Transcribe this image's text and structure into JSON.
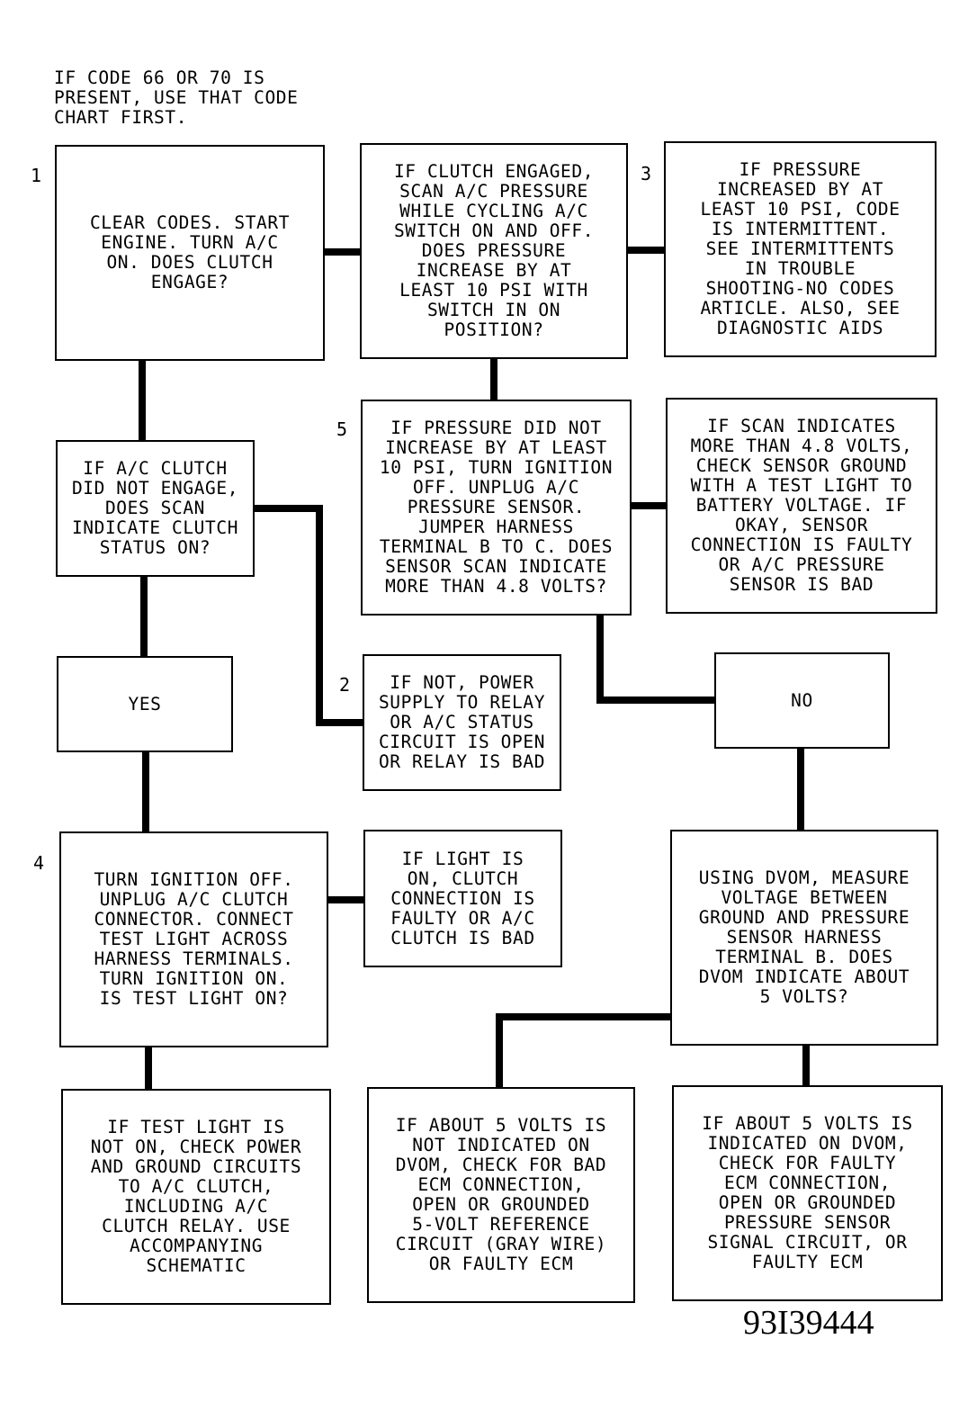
{
  "header_note": "IF CODE 66 OR 70 IS\nPRESENT, USE THAT CODE\nCHART FIRST.",
  "boxes": {
    "clear_codes": "CLEAR CODES. START\nENGINE. TURN A/C\nON. DOES CLUTCH\nENGAGE?",
    "clutch_engaged": "IF CLUTCH ENGAGED,\nSCAN A/C PRESSURE\nWHILE CYCLING A/C\nSWITCH ON AND OFF.\nDOES PRESSURE\nINCREASE BY AT\nLEAST 10 PSI WITH\nSWITCH IN ON\nPOSITION?",
    "pressure_increased": "IF PRESSURE\nINCREASED BY AT\nLEAST 10 PSI, CODE\nIS INTERMITTENT.\nSEE INTERMITTENTS\nIN TROUBLE\nSHOOTING-NO CODES\nARTICLE. ALSO, SEE\nDIAGNOSTIC AIDS",
    "clutch_not_engaged": "IF A/C CLUTCH\nDID NOT ENGAGE,\nDOES SCAN\nINDICATE CLUTCH\nSTATUS ON?",
    "pressure_not_increased": "IF PRESSURE DID NOT\nINCREASE BY AT LEAST\n10 PSI, TURN IGNITION\nOFF. UNPLUG A/C\nPRESSURE SENSOR.\nJUMPER HARNESS\nTERMINAL B TO C. DOES\nSENSOR SCAN INDICATE\nMORE THAN 4.8 VOLTS?",
    "scan_more_than": "IF SCAN INDICATES\nMORE THAN 4.8 VOLTS,\nCHECK SENSOR GROUND\nWITH A TEST LIGHT TO\nBATTERY VOLTAGE. IF\nOKAY, SENSOR\nCONNECTION IS FAULTY\nOR A/C PRESSURE\nSENSOR IS BAD",
    "yes": "YES",
    "power_supply": "IF NOT, POWER\nSUPPLY TO RELAY\nOR A/C STATUS\nCIRCUIT IS OPEN\nOR RELAY IS BAD",
    "no": "NO",
    "turn_ignition_off": "TURN IGNITION OFF.\nUNPLUG A/C CLUTCH\nCONNECTOR. CONNECT\nTEST LIGHT ACROSS\nHARNESS TERMINALS.\nTURN IGNITION ON.\nIS TEST LIGHT ON?",
    "light_on": "IF LIGHT IS\nON, CLUTCH\nCONNECTION IS\nFAULTY OR A/C\nCLUTCH IS BAD",
    "using_dvom": "USING DVOM, MEASURE\nVOLTAGE BETWEEN\nGROUND AND PRESSURE\nSENSOR HARNESS\nTERMINAL B. DOES\nDVOM INDICATE ABOUT\n5 VOLTS?",
    "test_light_not_on": "IF TEST LIGHT IS\nNOT ON, CHECK POWER\nAND GROUND CIRCUITS\nTO A/C CLUTCH,\nINCLUDING A/C\nCLUTCH RELAY. USE\nACCOMPANYING\nSCHEMATIC",
    "not_5_volts": "IF ABOUT 5 VOLTS IS\nNOT INDICATED ON\nDVOM, CHECK FOR BAD\nECM CONNECTION,\nOPEN OR GROUNDED\n5-VOLT REFERENCE\nCIRCUIT (GRAY WIRE)\nOR FAULTY ECM",
    "is_5_volts": "IF ABOUT 5 VOLTS IS\nINDICATED ON DVOM,\nCHECK FOR FAULTY\nECM CONNECTION,\nOPEN OR GROUNDED\nPRESSURE SENSOR\nSIGNAL CIRCUIT, OR\nFAULTY ECM"
  },
  "step_numbers": {
    "s1": "1",
    "s2": "2",
    "s3": "3",
    "s4": "4",
    "s5": "5"
  },
  "figure_id": "93I39444"
}
